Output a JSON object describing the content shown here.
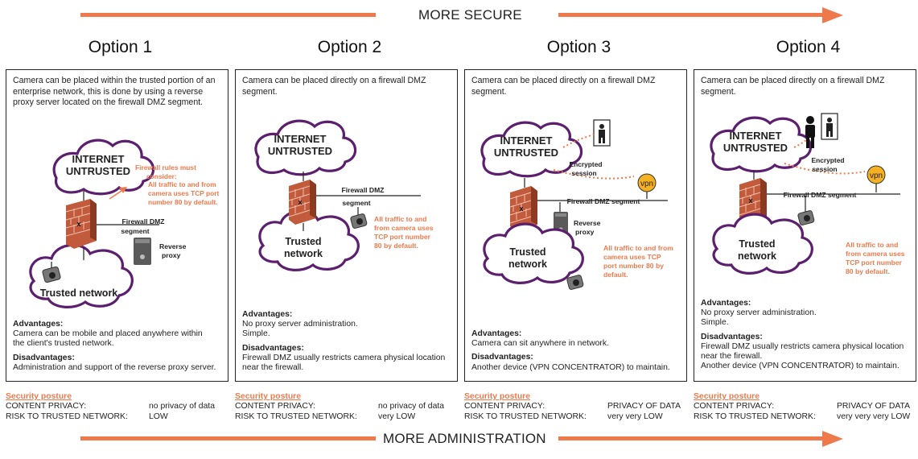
{
  "top_arrow": {
    "label": "MORE SECURE"
  },
  "bottom_arrow": {
    "label": "MORE ADMINISTRATION"
  },
  "options": [
    {
      "title": "Option 1",
      "description": "Camera can be placed within the trusted portion of an enterprise network, this is done by using a reverse proxy server located on the firewall DMZ segment.",
      "diagram": {
        "internet": [
          "INTERNET",
          "UNTRUSTED"
        ],
        "trusted": [
          "Trusted network"
        ],
        "firewall_label": [
          "Firewall DMZ",
          "segment"
        ],
        "proxy_label": [
          "Reverse",
          "proxy"
        ],
        "note_heading": [
          "Firewall rules must",
          "consider:"
        ],
        "note": [
          "All traffic to and from",
          "camera uses TCP port",
          "number 80 by default."
        ]
      },
      "advantages_heading": "Advantages:",
      "advantages": [
        "Camera can be mobile and placed anywhere within",
        "the client's trusted network."
      ],
      "disadvantages_heading": "Disadvantages:",
      "disadvantages": [
        "Administration and support of the reverse proxy server."
      ],
      "posture": {
        "heading": "Security posture",
        "privacy_label": "CONTENT PRIVACY:",
        "privacy_value": "no privacy of data",
        "risk_label": "RISK TO TRUSTED NETWORK:",
        "risk_value": "LOW"
      }
    },
    {
      "title": "Option 2",
      "description": "Camera can be placed directly on a firewall DMZ segment.",
      "diagram": {
        "internet": [
          "INTERNET",
          "UNTRUSTED"
        ],
        "trusted": [
          "Trusted",
          "network"
        ],
        "firewall_label": [
          "Firewall DMZ",
          "segment"
        ],
        "note": [
          "All traffic to and",
          "from camera uses",
          "TCP port number",
          "80 by default."
        ]
      },
      "advantages_heading": "Advantages:",
      "advantages": [
        "No proxy server administration.",
        "Simple."
      ],
      "disadvantages_heading": "Disadvantages:",
      "disadvantages": [
        "Firewall DMZ usually restricts camera physical location",
        "near the firewall."
      ],
      "posture": {
        "heading": "Security posture",
        "privacy_label": "CONTENT PRIVACY:",
        "privacy_value": "no privacy of data",
        "risk_label": "RISK TO TRUSTED NETWORK:",
        "risk_value": "very LOW"
      }
    },
    {
      "title": "Option 3",
      "description": "Camera can be placed directly on a firewall DMZ segment.",
      "diagram": {
        "internet": [
          "INTERNET",
          "UNTRUSTED"
        ],
        "trusted": [
          "Trusted",
          "network"
        ],
        "firewall_label": [
          "Firewall DMZ segment"
        ],
        "proxy_label": [
          "Reverse",
          "proxy"
        ],
        "session_label": [
          "Encrypted",
          "session"
        ],
        "vpn": "vpn",
        "note": [
          "All traffic to and from",
          "camera uses TCP",
          "port number 80 by",
          "default."
        ]
      },
      "advantages_heading": "Advantages:",
      "advantages": [
        "Camera can sit anywhere in network."
      ],
      "disadvantages_heading": "Disadvantages:",
      "disadvantages": [
        "Another device (VPN CONCENTRATOR) to maintain."
      ],
      "posture": {
        "heading": "Security posture",
        "privacy_label": "CONTENT PRIVACY:",
        "privacy_value": "PRIVACY OF DATA",
        "risk_label": "RISK TO TRUSTED NETWORK:",
        "risk_value": "very very LOW"
      }
    },
    {
      "title": "Option 4",
      "description": "Camera can be placed directly on a firewall DMZ segment.",
      "diagram": {
        "internet": [
          "INTERNET",
          "UNTRUSTED"
        ],
        "trusted": [
          "Trusted",
          "network"
        ],
        "firewall_label": [
          "Firewall DMZ segment"
        ],
        "session_label": [
          "Encrypted",
          "session"
        ],
        "vpn": "vpn",
        "note": [
          "All traffic to and",
          "from camera uses",
          "TCP port number",
          "80 by default."
        ]
      },
      "advantages_heading": "Advantages:",
      "advantages": [
        "No proxy server administration.",
        "Simple."
      ],
      "disadvantages_heading": "Disadvantages:",
      "disadvantages": [
        "Firewall DMZ usually restricts camera physical location",
        "near the firewall.",
        "Another device (VPN CONCENTRATOR) to maintain."
      ],
      "posture": {
        "heading": "Security posture",
        "privacy_label": "CONTENT PRIVACY:",
        "privacy_value": "PRIVACY OF DATA",
        "risk_label": "RISK TO TRUSTED NETWORK:",
        "risk_value": "very very very LOW"
      }
    }
  ],
  "colors": {
    "accent": "#ee7a4c",
    "cloud": "#5b1f6e",
    "firewall": "#c25a3c",
    "text": "#222222"
  }
}
